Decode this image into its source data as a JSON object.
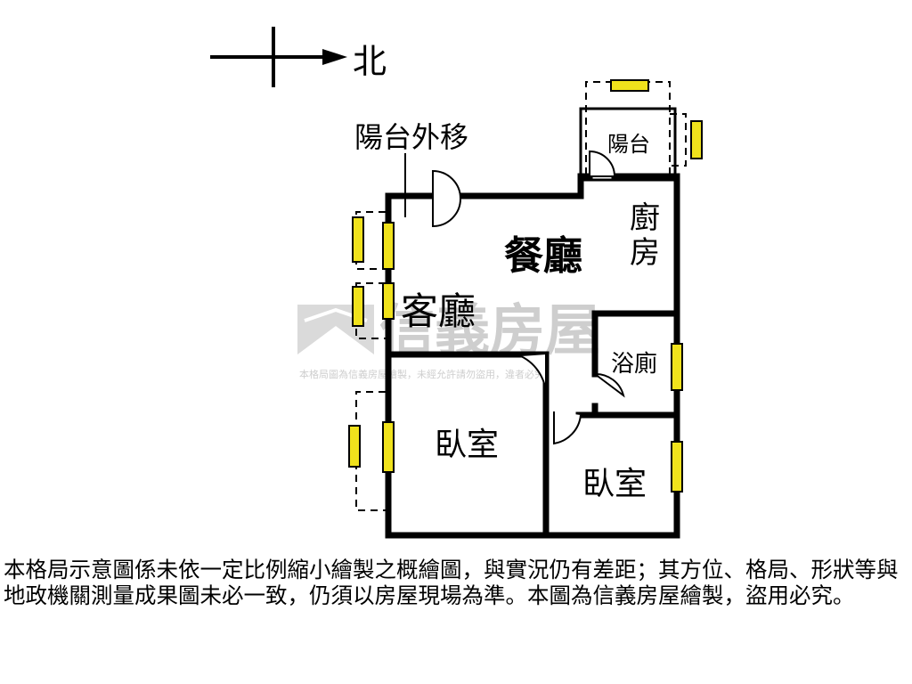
{
  "compass": {
    "label": "北"
  },
  "rooms": {
    "balcony_moved": "陽台外移",
    "balcony": "陽台",
    "dining": "餐廳",
    "kitchen": "廚房",
    "living": "客廳",
    "bath": "浴廁",
    "bedroom_1": "臥室",
    "bedroom_2": "臥室"
  },
  "watermark": {
    "brand": "信義房屋",
    "notice": "本格局圖為信義房屋繪製，未經允許請勿盜用，違者必究"
  },
  "disclaimer": "本格局示意圖係未依一定比例縮小繪製之概繪圖，與實況仍有差距；其方位、格局、形狀等與地政機關測量成果圖未必一致，仍須以房屋現場為準。本圖為信義房屋繪製，盜用必究。",
  "colors": {
    "wall": "#000000",
    "window": "#f0e21c",
    "watermark": "#d0d0d0"
  }
}
